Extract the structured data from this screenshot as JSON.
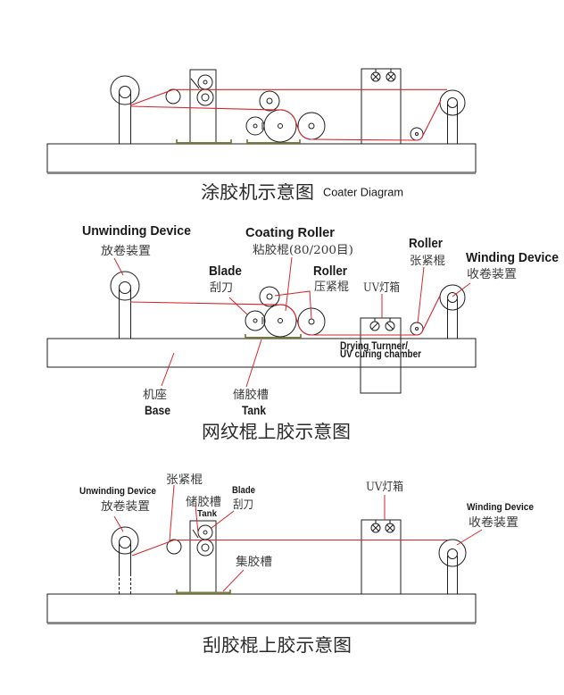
{
  "colors": {
    "web_line": "#d9252b",
    "leader_line": "#d9252b",
    "tank": "#7a7a4a",
    "outline": "#1e1e1e"
  },
  "coater": {
    "title_cn": "涂胶机示意图",
    "title_en": "Coater Diagram"
  },
  "anilox": {
    "title": "网纹棍上胶示意图",
    "unwinding": {
      "en": "Unwinding Device",
      "cn": "放卷装置"
    },
    "coating_roller": {
      "en": "Coating  Roller",
      "cn": "粘胶棍(80/200目)"
    },
    "blade": {
      "en": "Blade",
      "cn": "刮刀"
    },
    "pressure_roller": {
      "en": "Roller",
      "cn": "压紧棍"
    },
    "uv_box": {
      "cn": "UV灯箱"
    },
    "drying": {
      "line1": "Drying Turnner/",
      "line2": "UV curing chamber"
    },
    "tension_roller": {
      "en": "Roller",
      "cn": "张紧棍"
    },
    "winding": {
      "en": "Winding Device",
      "cn": "收卷装置"
    },
    "base": {
      "cn": "机座",
      "en": "Base"
    },
    "tank": {
      "cn": "储胶槽",
      "en": "Tank"
    }
  },
  "blade_coating": {
    "title": "刮胶棍上胶示意图",
    "unwinding": {
      "en": "Unwinding Device",
      "cn": "放卷装置"
    },
    "tension_roller": {
      "cn": "张紧棍"
    },
    "tank": {
      "cn": "储胶槽",
      "en": "Tank"
    },
    "blade": {
      "en": "Blade",
      "cn": "刮刀"
    },
    "collecting_tank": {
      "cn": "集胶槽"
    },
    "uv_box": {
      "cn": "UV灯箱"
    },
    "winding": {
      "en": "Winding Device",
      "cn": "收卷装置"
    }
  }
}
